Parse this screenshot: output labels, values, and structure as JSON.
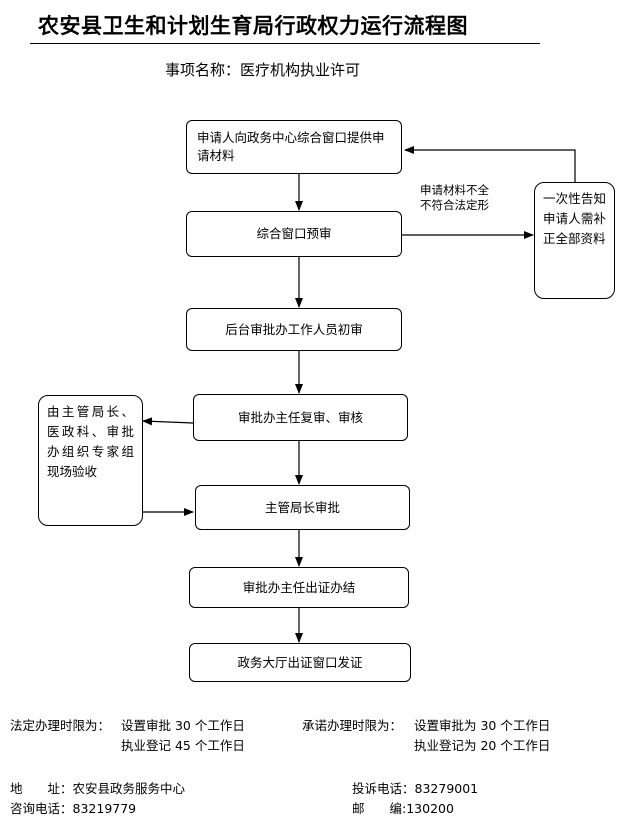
{
  "title": "农安县卫生和计划生育局行政权力运行流程图",
  "subtitle": "事项名称：医疗机构执业许可",
  "steps": [
    "申请人向政务中心综合窗口提供申请材料",
    "综合窗口预审",
    "后台审批办工作人员初审",
    "审批办主任复审、审核",
    "主管局长审批",
    "审批办主任出证办结",
    "政务大厅出证窗口发证"
  ],
  "condition_note": [
    "申请材料不全",
    "不符合法定形"
  ],
  "side_right": "一次性告知申请人需补正全部资料",
  "side_left": "由主管局长、医政科、审批办组织专家组现场验收",
  "footer": {
    "legal_label": "法定办理时限为：",
    "legal_line1": "设置审批 30 个工作日",
    "legal_line2": "执业登记 45 个工作日",
    "promise_label": "承诺办理时限为：",
    "promise_line1": "设置审批为 30 个工作日",
    "promise_line2": "执业登记为 20 个工作日",
    "address_label": "地　　址：",
    "address_value": "农安县政务服务中心",
    "complaint_label": "投诉电话：",
    "complaint_value": "83279001",
    "consult_label": "咨询电话：",
    "consult_value": "83219779",
    "postcode_label": "邮　　编:",
    "postcode_value": "130200"
  }
}
